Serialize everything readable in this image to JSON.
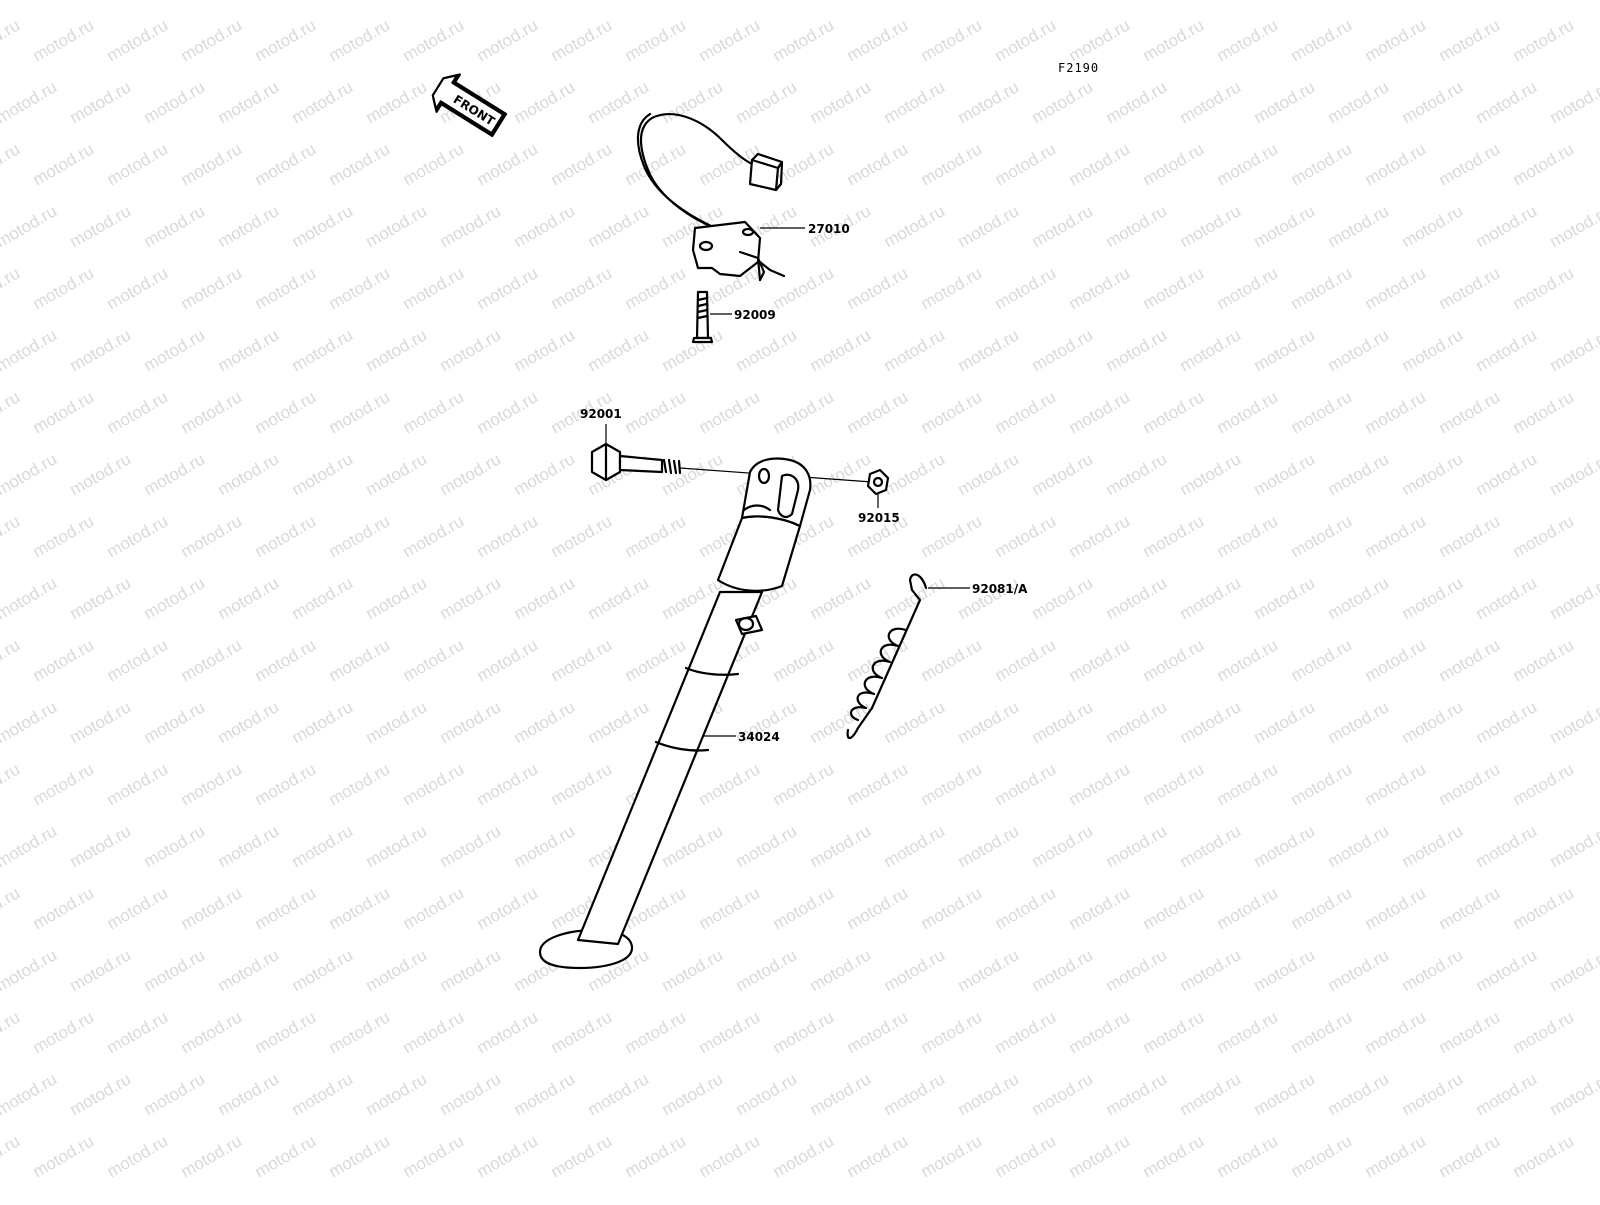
{
  "diagram": {
    "figure_code": "F2190",
    "front_label": "FRONT",
    "watermark": "motod.ru",
    "parts": [
      {
        "number": "27010",
        "icon": "side-stand-switch-icon"
      },
      {
        "number": "92009",
        "icon": "bolt-icon"
      },
      {
        "number": "92001",
        "icon": "pivot-bolt-icon"
      },
      {
        "number": "92015",
        "icon": "nut-icon"
      },
      {
        "number": "92081/A",
        "icon": "spring-icon"
      },
      {
        "number": "34024",
        "icon": "side-stand-icon"
      }
    ]
  }
}
